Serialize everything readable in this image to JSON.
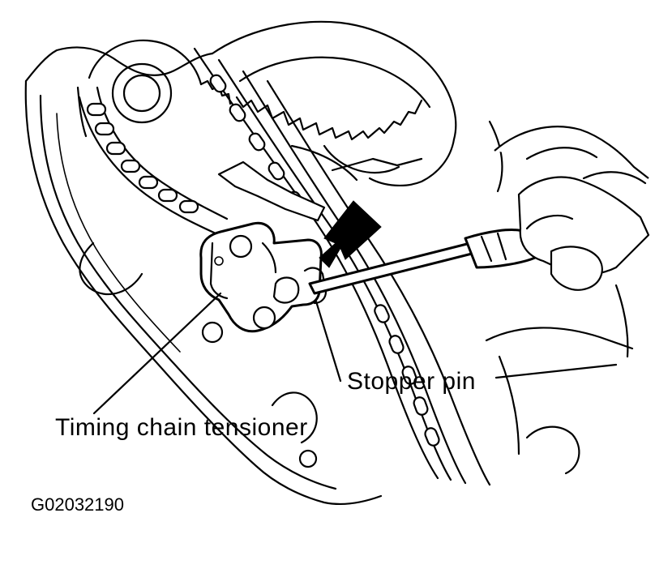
{
  "callouts": {
    "stopper_pin": "Stopper pin",
    "timing_chain_tensioner": "Timing chain tensioner"
  },
  "figure_id": "G02032190",
  "colors": {
    "line": "#000000",
    "background": "#ffffff"
  }
}
